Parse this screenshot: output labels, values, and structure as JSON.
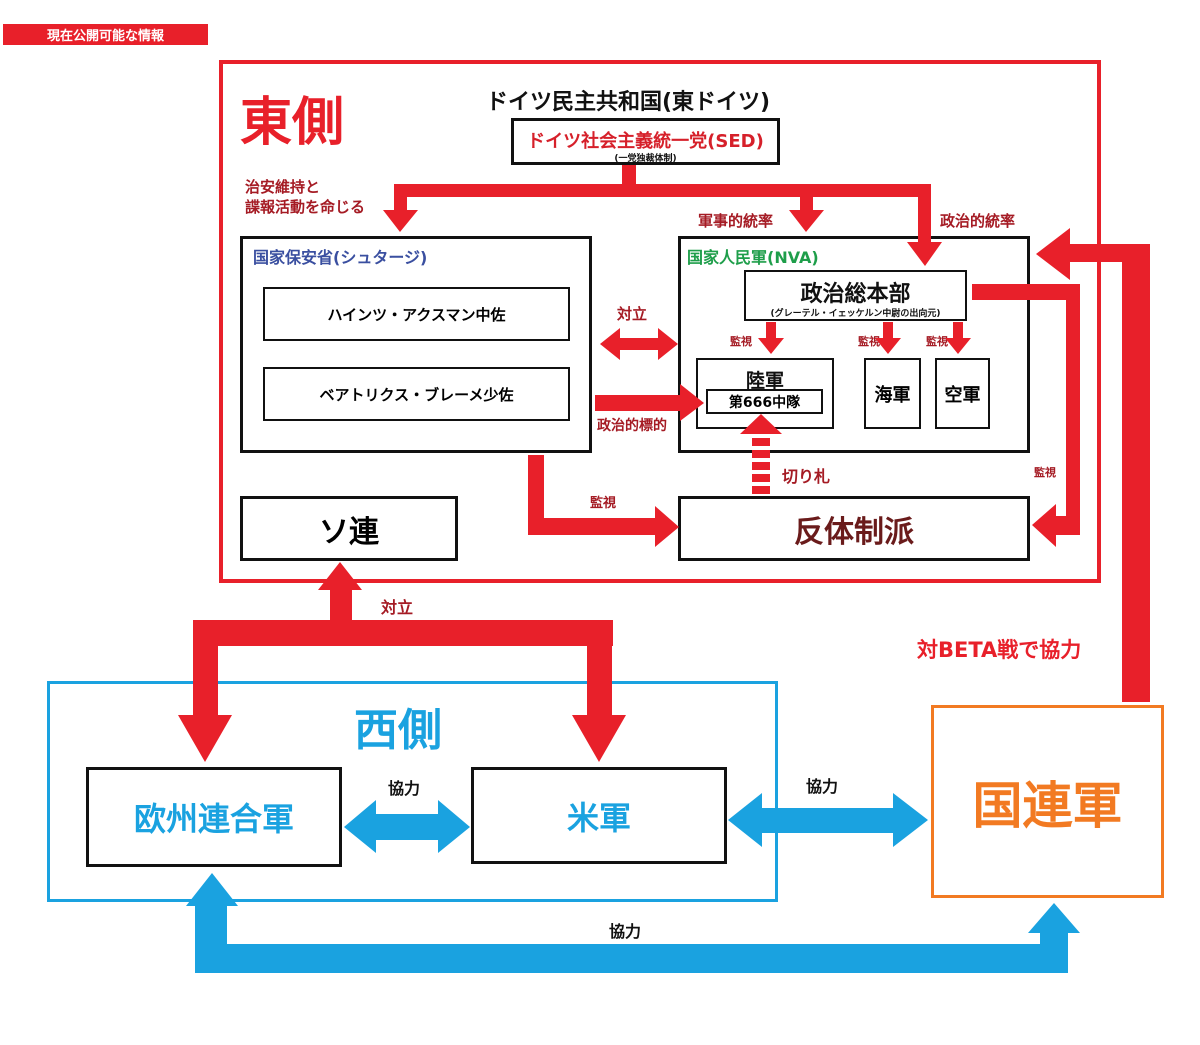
{
  "header_badge": "現在公開可能な情報",
  "east": {
    "title": "東側",
    "country": "ドイツ民主共和国(東ドイツ)",
    "sed": {
      "name": "ドイツ社会主義統一党(SED)",
      "note": "(一党独裁体制)"
    },
    "order_label_line1": "治安維持と",
    "order_label_line2": "諜報活動を命じる",
    "military_control": "軍事的統率",
    "political_control": "政治的統率",
    "stasi": {
      "title": "国家保安省(シュタージ)",
      "members": [
        "ハインツ・アクスマン中佐",
        "ベアトリクス・ブレーメ少佐"
      ]
    },
    "conflict": "対立",
    "political_target": "政治的標的",
    "nva": {
      "title": "国家人民軍(NVA)",
      "hq": {
        "name": "政治総本部",
        "note": "(グレーテル・イェッケルン中尉の出向元)"
      },
      "monitor_labels": [
        "監視",
        "監視",
        "監視"
      ],
      "army": {
        "name": "陸軍",
        "unit": "第666中隊"
      },
      "navy": "海軍",
      "airforce": "空軍"
    },
    "trump_card": "切り札",
    "monitor_stasi": "監視",
    "monitor_hq": "監視",
    "soviet": "ソ連",
    "opposition": "反体制派"
  },
  "east_west_conflict": "対立",
  "west": {
    "title": "西側",
    "eu_army": "欧州連合軍",
    "us_army": "米軍",
    "coop": "協力"
  },
  "un": {
    "name": "国連軍",
    "beta_coop": "対BETA戦で協力",
    "coop_us": "協力",
    "coop_eu": "協力"
  },
  "colors": {
    "red": "#e8202a",
    "blue": "#1aa2e0",
    "orange": "#f27a22",
    "stasi_blue": "#3a4fa0",
    "nva_green": "#1e9e4a"
  }
}
